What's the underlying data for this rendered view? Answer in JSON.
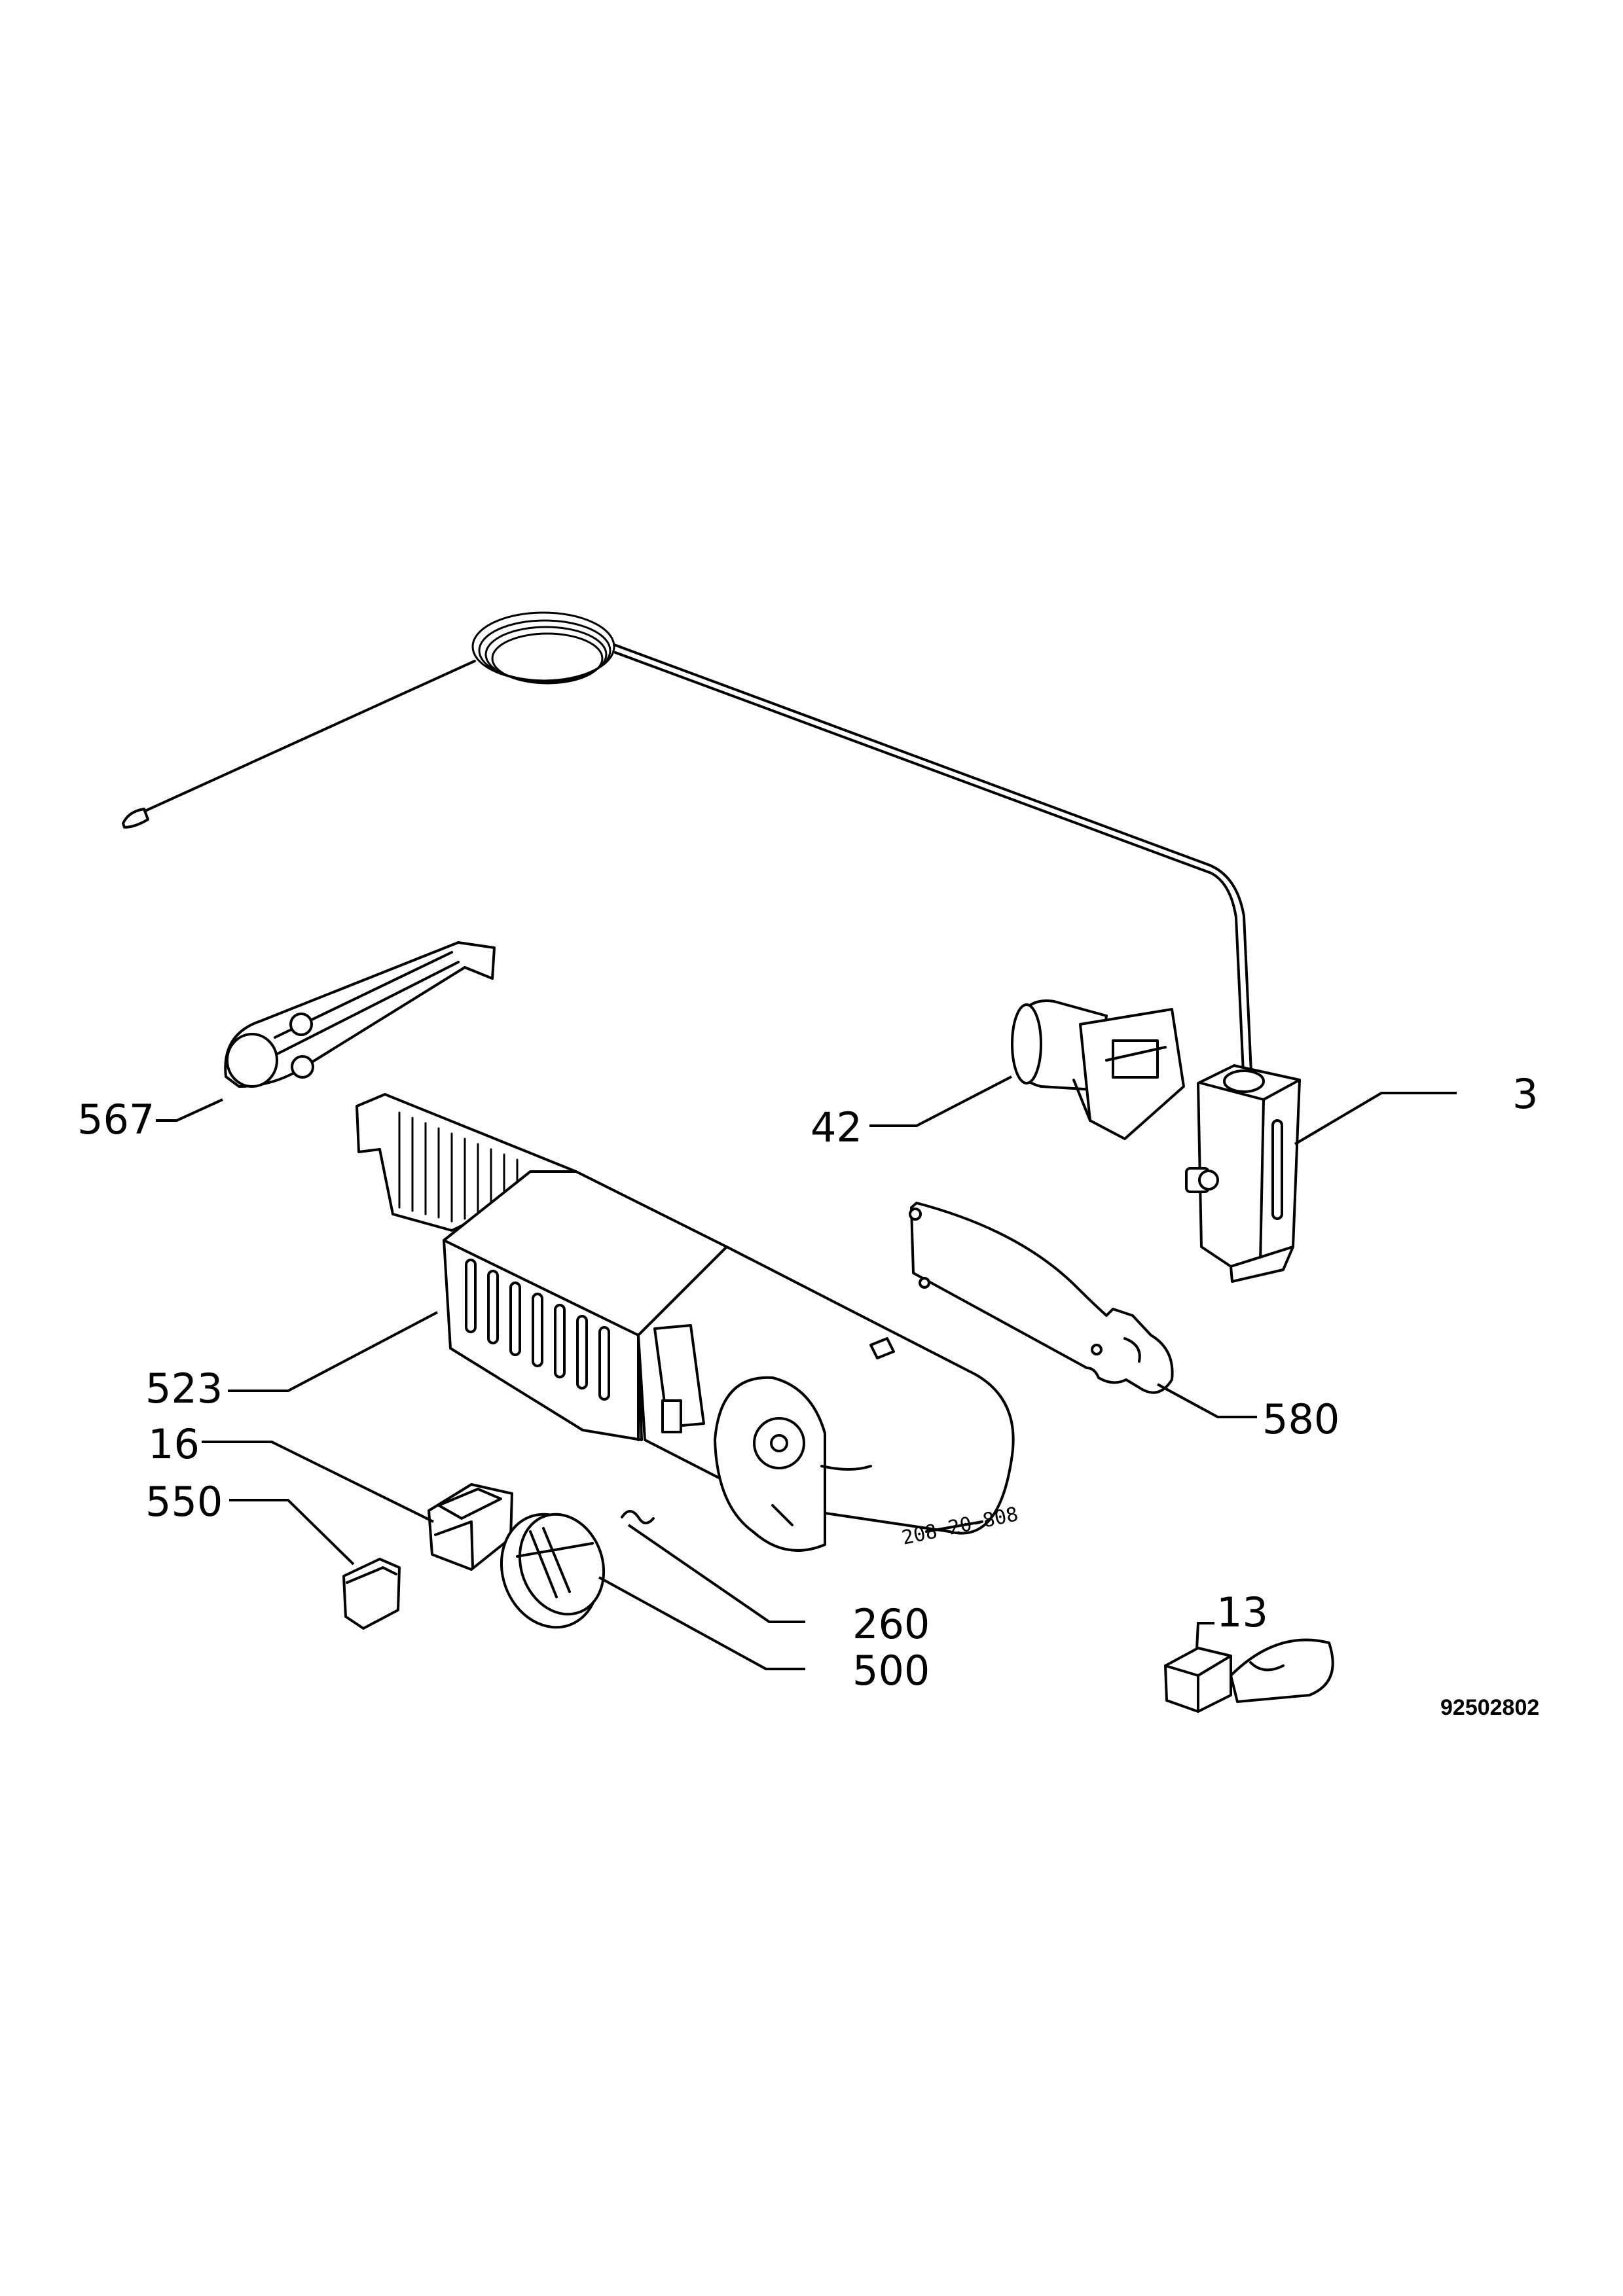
{
  "callouts": {
    "c567": "567",
    "c42": "42",
    "c3": "3",
    "c523": "523",
    "c580": "580",
    "c16": "16",
    "c550": "550",
    "c260": "260",
    "c500": "500",
    "c13": "13"
  },
  "housing_marking": "208 20-808",
  "document_number": "92502802"
}
